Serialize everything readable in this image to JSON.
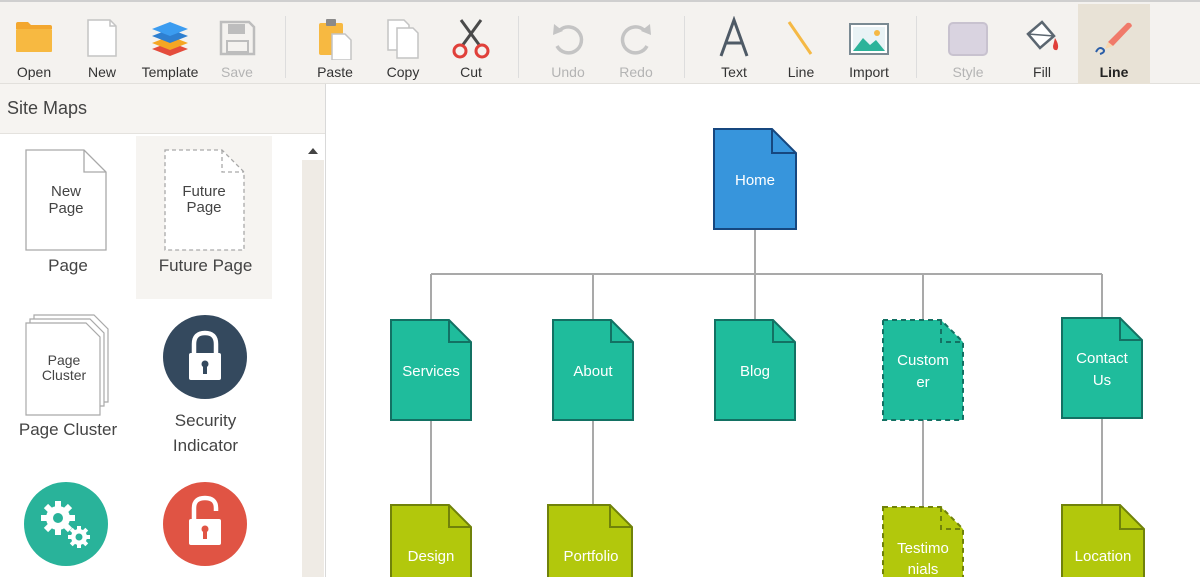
{
  "toolbar": {
    "open": "Open",
    "new": "New",
    "template": "Template",
    "save": "Save",
    "paste": "Paste",
    "copy": "Copy",
    "cut": "Cut",
    "undo": "Undo",
    "redo": "Redo",
    "text": "Text",
    "line": "Line",
    "import": "Import",
    "style": "Style",
    "fill": "Fill",
    "line_tool": "Line"
  },
  "sidebar": {
    "title": "Site Maps",
    "shapes": {
      "page_inner": [
        "New",
        "Page"
      ],
      "page_caption": "Page",
      "future_inner": [
        "Future",
        "Page"
      ],
      "future_caption": "Future Page",
      "cluster_inner": [
        "Page",
        "Cluster"
      ],
      "cluster_caption": "Page Cluster",
      "security_caption": [
        "Security",
        "Indicator"
      ]
    }
  },
  "diagram": {
    "root": "Home",
    "level1": [
      [
        "Services"
      ],
      [
        "About"
      ],
      [
        "Blog"
      ],
      [
        "Custom",
        "er"
      ],
      [
        "Contact",
        "Us"
      ]
    ],
    "level2": [
      [
        "Design"
      ],
      [
        "Portfolio"
      ],
      [
        "Testimo",
        "nials"
      ],
      [
        "Location"
      ]
    ]
  },
  "colors": {
    "home_fill": "#3795dc",
    "home_stroke": "#16477f",
    "level1_fill": "#1fbc9c",
    "level1_stroke": "#137163",
    "level2_fill": "#b2c80c",
    "level2_stroke": "#70820a",
    "connector": "#a9a9a9",
    "security_locked": "#34495e",
    "security_unlocked": "#e05444",
    "settings_circle": "#29b39a"
  }
}
